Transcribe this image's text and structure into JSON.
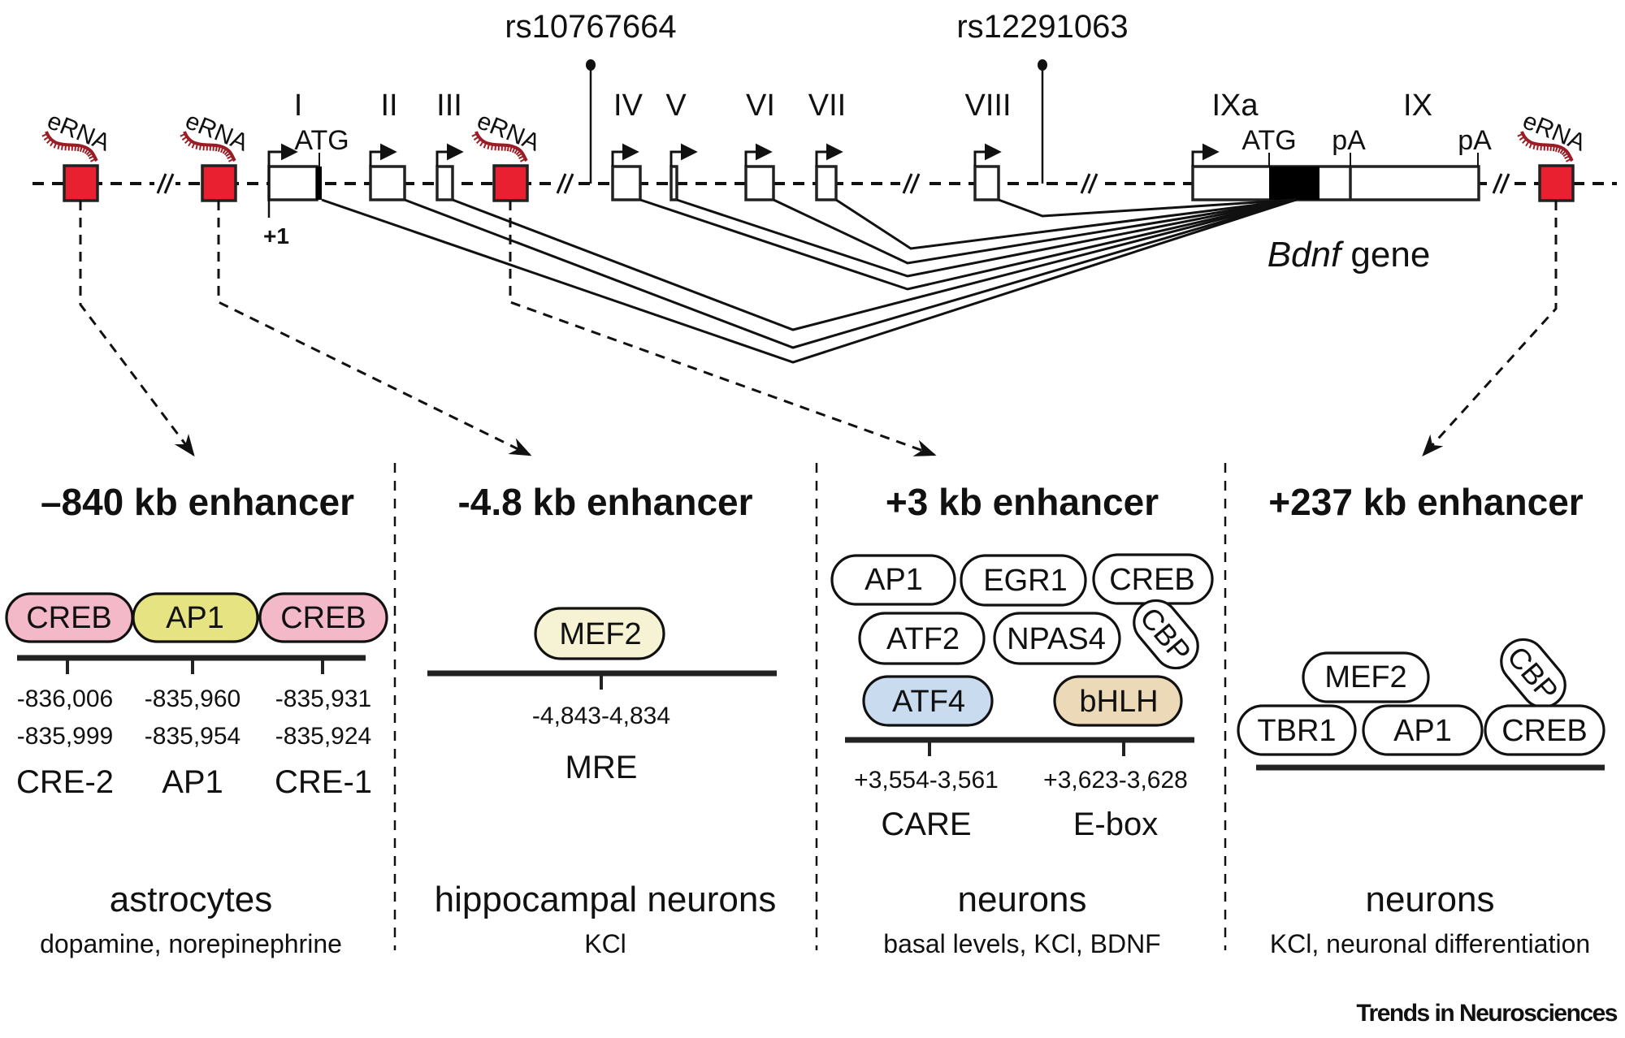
{
  "gene": {
    "name_italic": "Bdnf",
    "name_suffix": " gene",
    "snps": [
      "rs10767664",
      "rs12291063"
    ],
    "exons": [
      "I",
      "II",
      "III",
      "IV",
      "V",
      "VI",
      "VII",
      "VIII",
      "IXa",
      "IX"
    ],
    "markers": {
      "atg1": "ATG",
      "atg2": "ATG",
      "pa1": "pA",
      "pa2": "pA",
      "tss": "+1"
    },
    "erna_label": "eRNA",
    "colors": {
      "enhancer": "#e8202f",
      "erna": "#9b1c24",
      "coding": "#000000"
    }
  },
  "panels": [
    {
      "title": "–840 kb enhancer",
      "factors": [
        {
          "label": "CREB",
          "color": "#f4b9c8"
        },
        {
          "label": "AP1",
          "color": "#e6e383"
        },
        {
          "label": "CREB",
          "color": "#f4b9c8"
        }
      ],
      "sites": [
        {
          "coord1": "-836,006",
          "coord2": "-835,999",
          "element": "CRE-2"
        },
        {
          "coord1": "-835,960",
          "coord2": "-835,954",
          "element": "AP1"
        },
        {
          "coord1": "-835,931",
          "coord2": "-835,924",
          "element": "CRE-1"
        }
      ],
      "cell_type": "astrocytes",
      "stimuli": "dopamine, norepinephrine"
    },
    {
      "title": "-4.8 kb enhancer",
      "factors": [
        {
          "label": "MEF2",
          "color": "#f6f2d4"
        }
      ],
      "sites": [
        {
          "coord1": "-4,843-4,834",
          "element": "MRE"
        }
      ],
      "cell_type": "hippocampal neurons",
      "stimuli": "KCl"
    },
    {
      "title": "+3 kb enhancer",
      "factors": [
        {
          "label": "AP1",
          "color": "#ffffff"
        },
        {
          "label": "EGR1",
          "color": "#ffffff"
        },
        {
          "label": "CREB",
          "color": "#ffffff"
        },
        {
          "label": "ATF2",
          "color": "#ffffff"
        },
        {
          "label": "NPAS4",
          "color": "#ffffff"
        },
        {
          "label": "CBP",
          "color": "#ffffff"
        },
        {
          "label": "ATF4",
          "color": "#c9dbef"
        },
        {
          "label": "bHLH",
          "color": "#ecd9b8"
        }
      ],
      "sites": [
        {
          "coord1": "+3,554-3,561",
          "element": "CARE"
        },
        {
          "coord1": "+3,623-3,628",
          "element": "E-box"
        }
      ],
      "cell_type": "neurons",
      "stimuli": "basal levels, KCl, BDNF"
    },
    {
      "title": "+237 kb enhancer",
      "factors": [
        {
          "label": "MEF2",
          "color": "#ffffff"
        },
        {
          "label": "CBP",
          "color": "#ffffff"
        },
        {
          "label": "TBR1",
          "color": "#ffffff"
        },
        {
          "label": "AP1",
          "color": "#ffffff"
        },
        {
          "label": "CREB",
          "color": "#ffffff"
        }
      ],
      "sites": [],
      "cell_type": "neurons",
      "stimuli": "KCl, neuronal differentiation"
    }
  ],
  "footer": {
    "journal": "Trends in Neurosciences"
  }
}
